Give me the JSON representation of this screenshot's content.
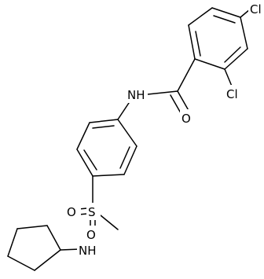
{
  "molecule": {
    "atoms": {
      "cl1": "Cl",
      "cl2": "Cl",
      "o_carbonyl": "O",
      "nh_amide": "NH",
      "s_sulfonyl": "S",
      "o_sulfonyl_left": "O",
      "o_sulfonyl_bottom": "O",
      "nh_sulfonamide": "NH"
    },
    "colors": {
      "bond": "#000000",
      "label": "#000000",
      "background": "#ffffff"
    }
  }
}
